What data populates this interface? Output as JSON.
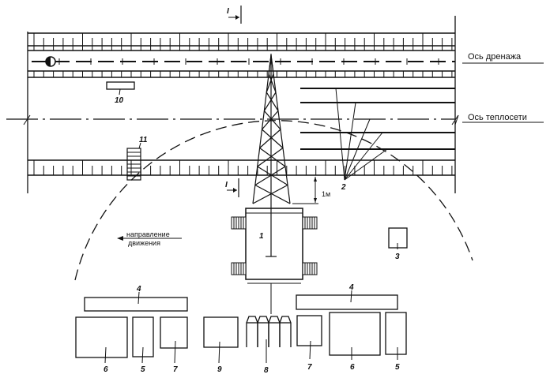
{
  "axes": {
    "drainage": "Ось дренажа",
    "heating": "Ось теплосети"
  },
  "section_mark": "I",
  "dimension": "1м",
  "direction": {
    "line1": "направление",
    "line2": "движения"
  },
  "labels": {
    "crane": "1",
    "slings": "2",
    "box3": "3",
    "rack_left": "4",
    "rack_right": "4",
    "b5_left": "5",
    "b5_right": "5",
    "b6_left": "6",
    "b6_right": "6",
    "b7_left": "7",
    "b7_right": "7",
    "b8": "8",
    "b9": "9",
    "b10": "10",
    "b11": "11"
  }
}
